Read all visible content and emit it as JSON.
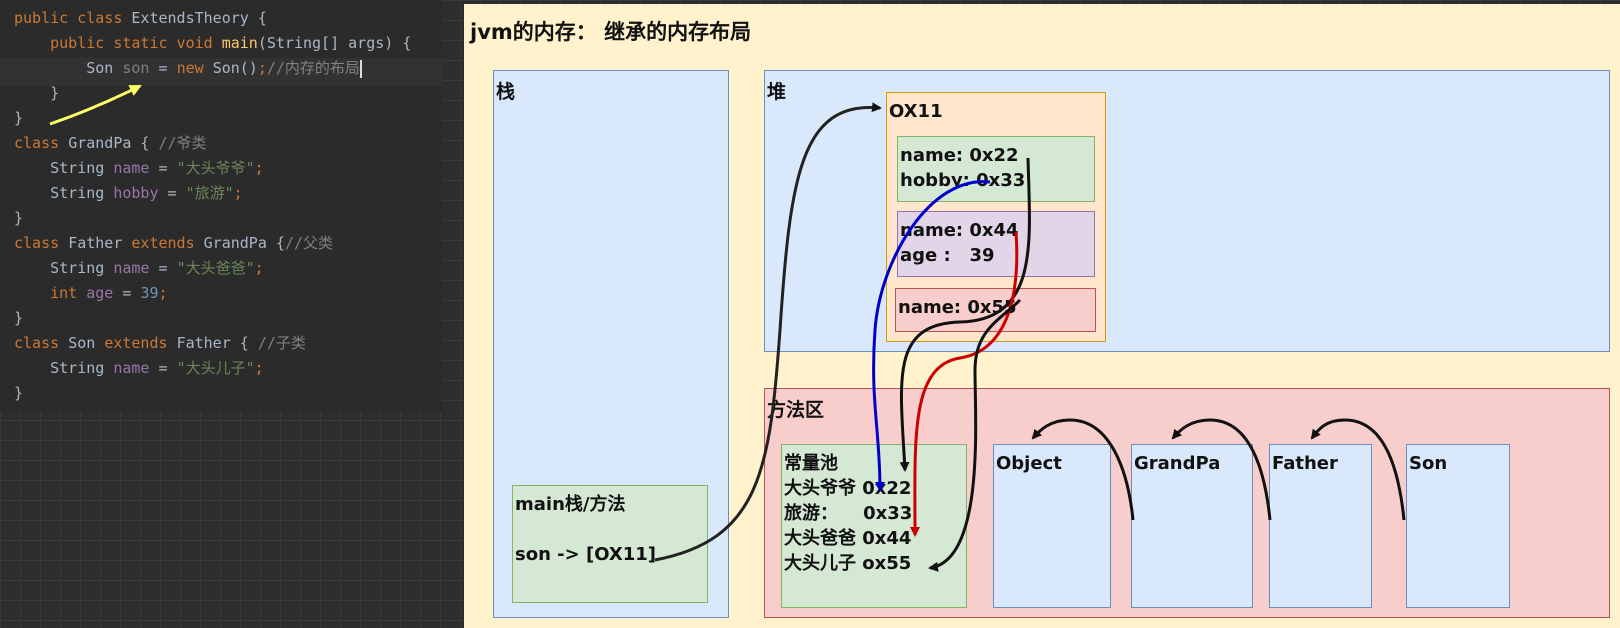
{
  "code": {
    "lines": [
      {
        "t": "public class ExtendsTheory {"
      },
      {
        "t": "    public static void main(String[] args) {"
      },
      {
        "t": "        Son son = new Son();//内存的布局"
      },
      {
        "t": "    }"
      },
      {
        "t": "}"
      },
      {
        "t": "class GrandPa { //爷类"
      },
      {
        "t": "    String name = \"大头爷爷\";"
      },
      {
        "t": "    String hobby = \"旅游\";"
      },
      {
        "t": "}"
      },
      {
        "t": "class Father extends GrandPa {//父类"
      },
      {
        "t": "    String name = \"大头爸爸\";"
      },
      {
        "t": "    int age = 39;"
      },
      {
        "t": "}"
      },
      {
        "t": "class Son extends Father { //子类"
      },
      {
        "t": "    String name = \"大头儿子\";"
      },
      {
        "t": "}"
      }
    ]
  },
  "diagram": {
    "title": "jvm的内存：  继承的内存布局",
    "stack": {
      "label": "栈"
    },
    "heap": {
      "label": "堆"
    },
    "method_area": {
      "label": "方法区"
    },
    "main_frame": {
      "title": "main栈/方法",
      "ref": "son -> [OX11]"
    },
    "object": {
      "address": "OX11",
      "grandpa_fields": "name: 0x22\nhobby: 0x33",
      "father_fields": "name: 0x44\nage :   39",
      "son_fields": "name: 0x55"
    },
    "constant_pool": {
      "title": "常量池",
      "entries": "大头爷爷 0x22\n旅游：    0x33\n大头爸爸 0x44\n大头儿子 ox55"
    },
    "classes": [
      "Object",
      "GrandPa",
      "Father",
      "Son"
    ]
  },
  "colors": {
    "diagram_bg": "#fff2cc",
    "blue_arrow": "#0000cc",
    "red_arrow": "#cc0000",
    "annotation_arrow": "#ffff66"
  }
}
